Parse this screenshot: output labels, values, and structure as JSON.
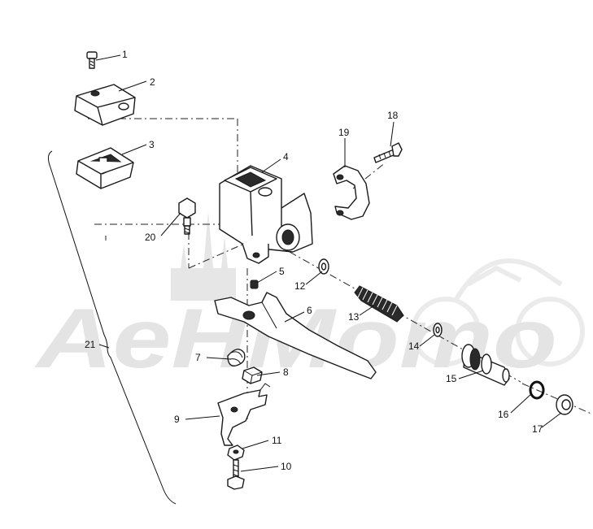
{
  "watermark": {
    "text": "AeHMomo"
  },
  "callouts": [
    {
      "id": "1",
      "label": "1"
    },
    {
      "id": "2",
      "label": "2"
    },
    {
      "id": "3",
      "label": "3"
    },
    {
      "id": "4",
      "label": "4"
    },
    {
      "id": "5",
      "label": "5"
    },
    {
      "id": "6",
      "label": "6"
    },
    {
      "id": "7",
      "label": "7"
    },
    {
      "id": "8",
      "label": "8"
    },
    {
      "id": "9",
      "label": "9"
    },
    {
      "id": "10",
      "label": "10"
    },
    {
      "id": "11",
      "label": "11"
    },
    {
      "id": "12",
      "label": "12"
    },
    {
      "id": "13",
      "label": "13"
    },
    {
      "id": "14",
      "label": "14"
    },
    {
      "id": "15",
      "label": "15"
    },
    {
      "id": "16",
      "label": "16"
    },
    {
      "id": "17",
      "label": "17"
    },
    {
      "id": "18",
      "label": "18"
    },
    {
      "id": "19",
      "label": "19"
    },
    {
      "id": "20",
      "label": "20"
    },
    {
      "id": "21",
      "label": "21"
    }
  ]
}
